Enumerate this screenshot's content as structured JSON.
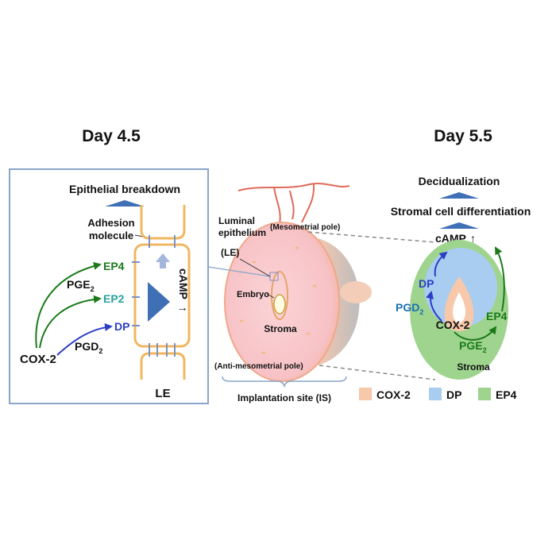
{
  "day_left": "Day 4.5",
  "day_right": "Day 5.5",
  "left_panel": {
    "outcome": "Epithelial breakdown",
    "adhesion_line1": "Adhesion",
    "adhesion_line2": "molecule",
    "ep4": "EP4",
    "ep2": "EP2",
    "dp": "DP",
    "pge2": "PGE",
    "pge2_sub": "2",
    "pgd2": "PGD",
    "pgd2_sub": "2",
    "cox2": "COX-2",
    "camp": "cAMP",
    "up_arrow": "↑",
    "le": "LE"
  },
  "middle": {
    "luminal_line1": "Luminal",
    "luminal_line2": "epithelium",
    "luminal_line3": "(LE)",
    "mesometrial": "(Mesometrial pole)",
    "embryo": "Embryo",
    "stroma": "Stroma",
    "anti_mesometrial": "(Anti-mesometrial pole)",
    "implantation": "Implantation site (IS)"
  },
  "right_panel": {
    "decidualization": "Decidualization",
    "stromal_diff": "Stromal cell differentiation",
    "camp": "cAMP",
    "up_arrow": "↑",
    "dp": "DP",
    "pgd2": "PGD",
    "pgd2_sub": "2",
    "cox2": "COX-2",
    "ep4": "EP4",
    "pge2": "PGE",
    "pge2_sub": "2",
    "stroma": "Stroma"
  },
  "legend": [
    {
      "label": "COX-2",
      "color": "#f8c8aa"
    },
    {
      "label": "DP",
      "color": "#a8cdf0"
    },
    {
      "label": "EP4",
      "color": "#9fd48e"
    }
  ],
  "colors": {
    "ep_green": "#1a7a1a",
    "ep2_teal": "#2aa0a0",
    "dp_blue": "#2b3fc4",
    "pgd_blue": "#1a6fb0",
    "cell_outline": "#f0b760",
    "panel_border": "#8aa6c8",
    "vessel_red": "#e06a5a"
  }
}
